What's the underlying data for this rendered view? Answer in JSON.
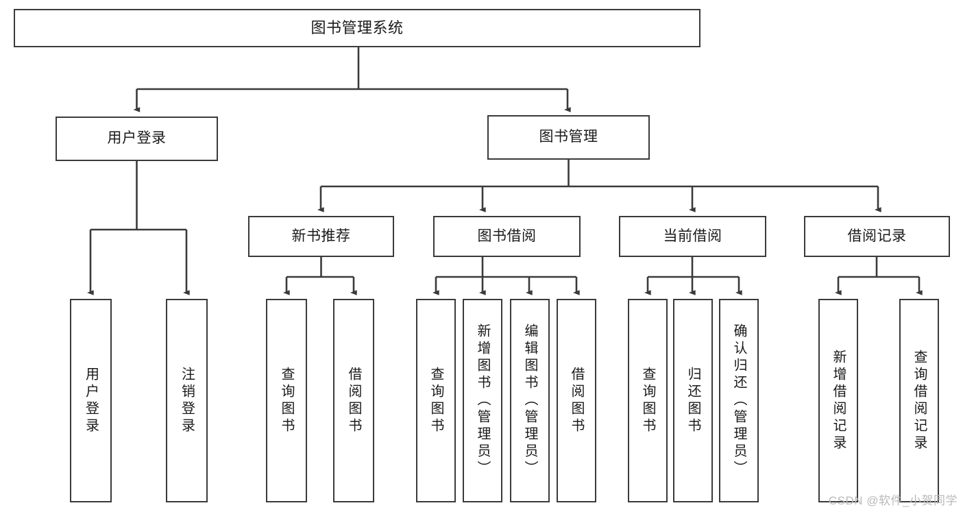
{
  "diagram": {
    "type": "tree-hierarchy",
    "title_node": {
      "id": "root",
      "label": "图书管理系统"
    },
    "level1": [
      {
        "id": "user-login",
        "label": "用户登录"
      },
      {
        "id": "book-mgmt",
        "label": "图书管理"
      }
    ],
    "level2": [
      {
        "id": "new-book-rec",
        "label": "新书推荐",
        "parent": "book-mgmt"
      },
      {
        "id": "book-borrow",
        "label": "图书借阅",
        "parent": "book-mgmt"
      },
      {
        "id": "current-borrow",
        "label": "当前借阅",
        "parent": "book-mgmt"
      },
      {
        "id": "borrow-record",
        "label": "借阅记录",
        "parent": "book-mgmt"
      }
    ],
    "leaves": [
      {
        "id": "leaf-user-login",
        "label": "用户登录",
        "parent": "user-login"
      },
      {
        "id": "leaf-logout",
        "label": "注销登录",
        "parent": "user-login"
      },
      {
        "id": "leaf-query-book-1",
        "label": "查询图书",
        "parent": "new-book-rec"
      },
      {
        "id": "leaf-borrow-book-1",
        "label": "借阅图书",
        "parent": "new-book-rec"
      },
      {
        "id": "leaf-query-book-2",
        "label": "查询图书",
        "parent": "book-borrow"
      },
      {
        "id": "leaf-add-book",
        "label": "新增图书（管理员）",
        "parent": "book-borrow"
      },
      {
        "id": "leaf-edit-book",
        "label": "编辑图书（管理员）",
        "parent": "book-borrow"
      },
      {
        "id": "leaf-borrow-book-2",
        "label": "借阅图书",
        "parent": "book-borrow"
      },
      {
        "id": "leaf-query-book-3",
        "label": "查询图书",
        "parent": "current-borrow"
      },
      {
        "id": "leaf-return-book",
        "label": "归还图书",
        "parent": "current-borrow"
      },
      {
        "id": "leaf-confirm-return",
        "label": "确认归还（管理员）",
        "parent": "current-borrow"
      },
      {
        "id": "leaf-add-record",
        "label": "新增借阅记录",
        "parent": "borrow-record"
      },
      {
        "id": "leaf-query-record",
        "label": "查询借阅记录",
        "parent": "borrow-record"
      }
    ],
    "colors": {
      "stroke": "#3a3a3a",
      "fill": "#ffffff",
      "text": "#1a1a1a",
      "watermark": "#b9b9b9"
    }
  },
  "watermark": {
    "text": "CSDN @软件_小贺同学"
  }
}
